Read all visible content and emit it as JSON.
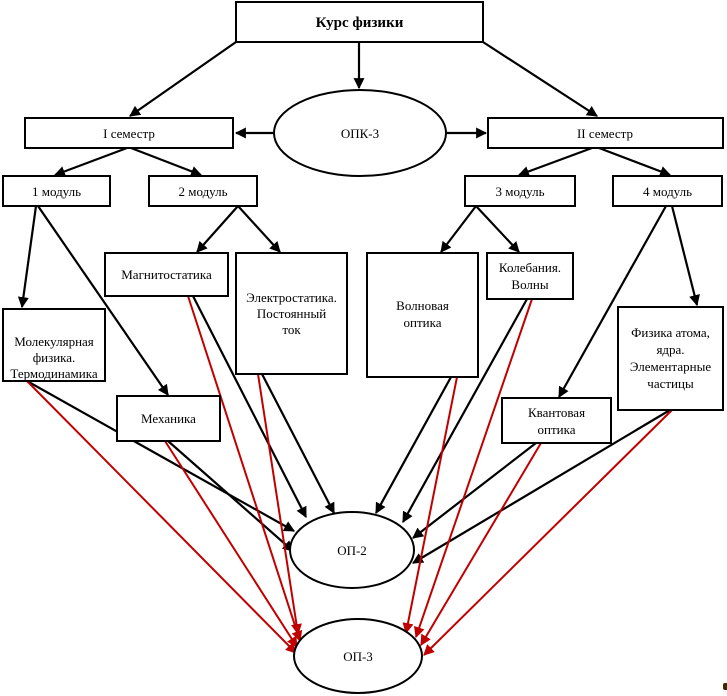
{
  "diagram": {
    "title": "Курс физики",
    "competency_node": "ОПК-3",
    "semesters": [
      {
        "id": "sem1",
        "label": "I семестр"
      },
      {
        "id": "sem2",
        "label": "II семестр"
      }
    ],
    "modules": [
      {
        "id": "m1",
        "label": "1 модуль",
        "semester": "sem1"
      },
      {
        "id": "m2",
        "label": "2 модуль",
        "semester": "sem1"
      },
      {
        "id": "m3",
        "label": "3 модуль",
        "semester": "sem2"
      },
      {
        "id": "m4",
        "label": "4 модуль",
        "semester": "sem2"
      }
    ],
    "topics": [
      {
        "id": "molphys",
        "lines": [
          "Молекулярная",
          "физика.",
          "Термодинамика"
        ],
        "module": "m1"
      },
      {
        "id": "mech",
        "lines": [
          "Механика"
        ],
        "module": "m1"
      },
      {
        "id": "magn",
        "lines": [
          "Магнитостатика"
        ],
        "module": "m2"
      },
      {
        "id": "elec",
        "lines": [
          "Электростатика.",
          "Постоянный",
          "ток"
        ],
        "module": "m2"
      },
      {
        "id": "wave",
        "lines": [
          "Волновая",
          "оптика"
        ],
        "module": "m3"
      },
      {
        "id": "osc",
        "lines": [
          "Колебания.",
          "Волны"
        ],
        "module": "m3"
      },
      {
        "id": "quant",
        "lines": [
          "Квантовая",
          "оптика"
        ],
        "module": "m4"
      },
      {
        "id": "atom",
        "lines": [
          "Физика атома,",
          "ядра.",
          "Элементарные",
          "частицы"
        ],
        "module": "m4"
      }
    ],
    "outcomes": [
      {
        "id": "op2",
        "label": "ОП-2"
      },
      {
        "id": "op3",
        "label": "ОП-3"
      }
    ],
    "edge_colors": {
      "structure": "#000000",
      "to_op2": "#000000",
      "to_op3": "#c00000"
    }
  }
}
